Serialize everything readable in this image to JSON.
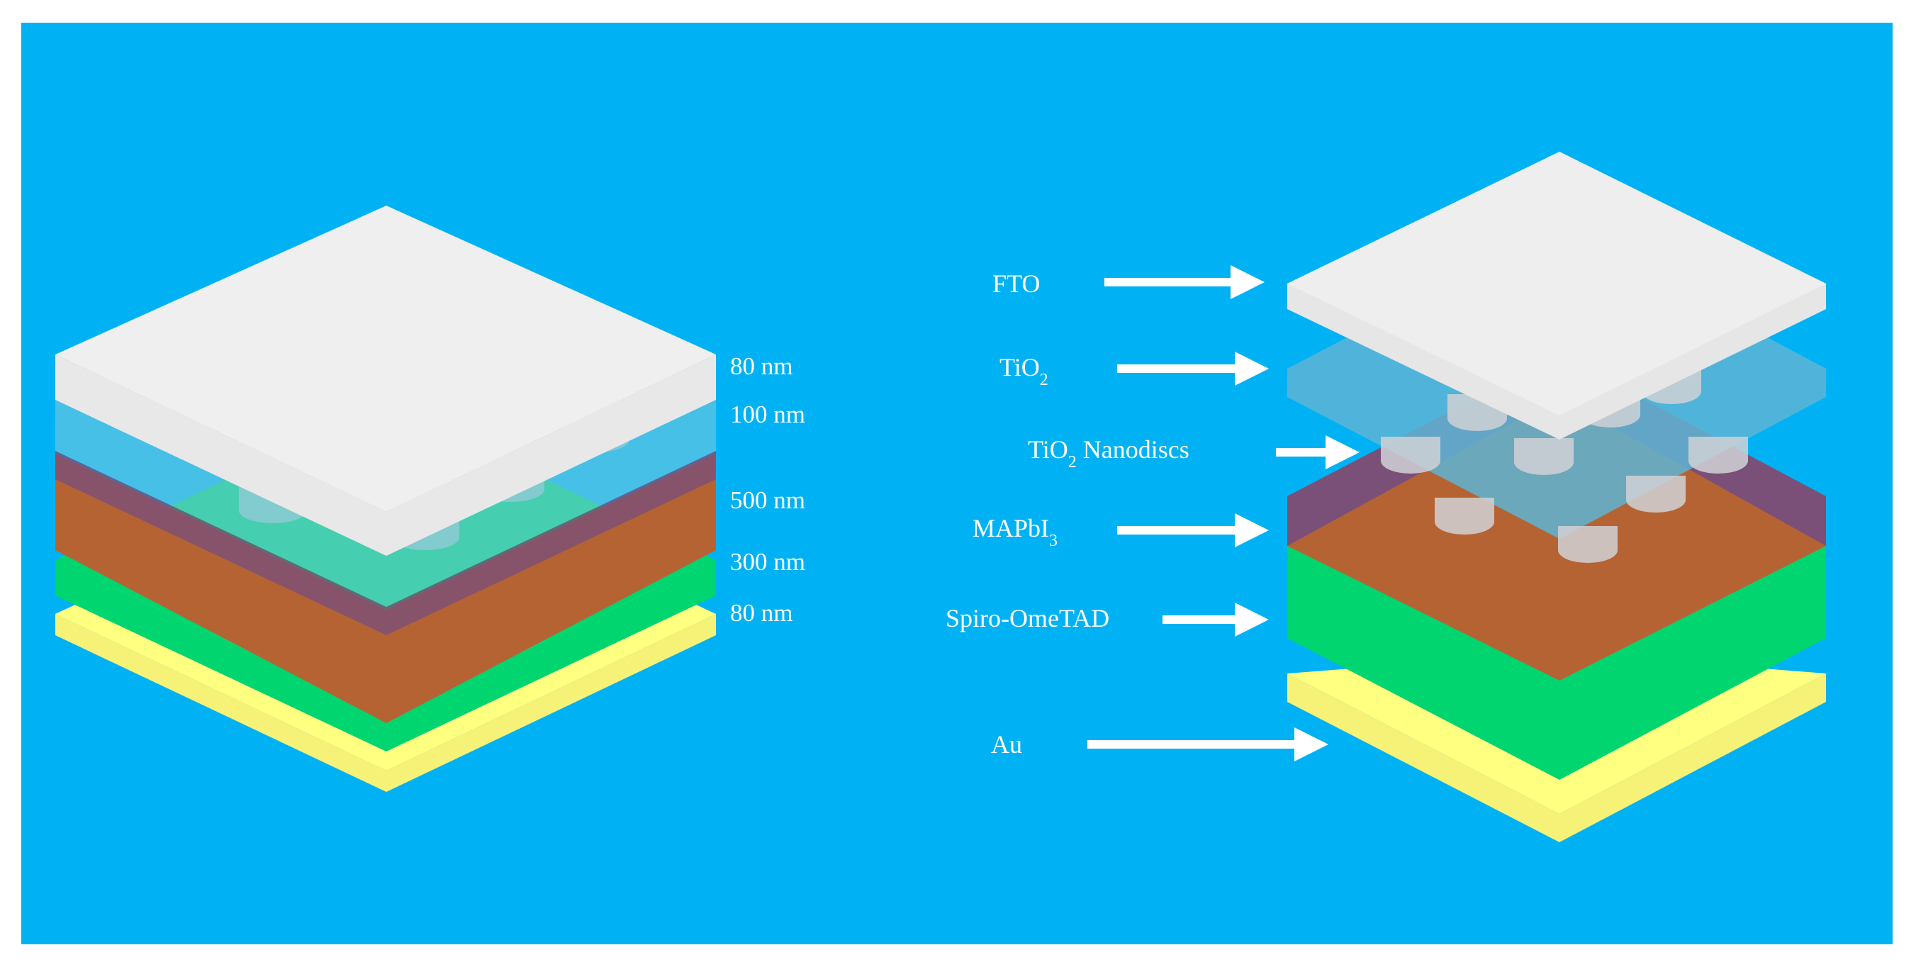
{
  "colors": {
    "background": "#00B2F4",
    "fto": "#E6E6E6",
    "tio2": "#6CC3D8",
    "nanodisc": "#C8CBCE",
    "mapbi3_top": "#B66334",
    "mapbi3_side": "#7A4F78",
    "spiro": "#00D56F",
    "au": "#FFFF80"
  },
  "left_stack": {
    "thicknesses": [
      {
        "label": "80 nm"
      },
      {
        "label": "100 nm"
      },
      {
        "label": "500 nm"
      },
      {
        "label": "300 nm"
      },
      {
        "label": "80 nm"
      }
    ]
  },
  "right_stack": {
    "layers": [
      {
        "label": "FTO"
      },
      {
        "label": "TiO",
        "sub": "2"
      },
      {
        "label": "TiO",
        "sub": "2",
        "suffix": " Nanodiscs"
      },
      {
        "label": "MAPbI",
        "sub": "3"
      },
      {
        "label": "Spiro-OmeTAD"
      },
      {
        "label": "Au"
      }
    ]
  }
}
